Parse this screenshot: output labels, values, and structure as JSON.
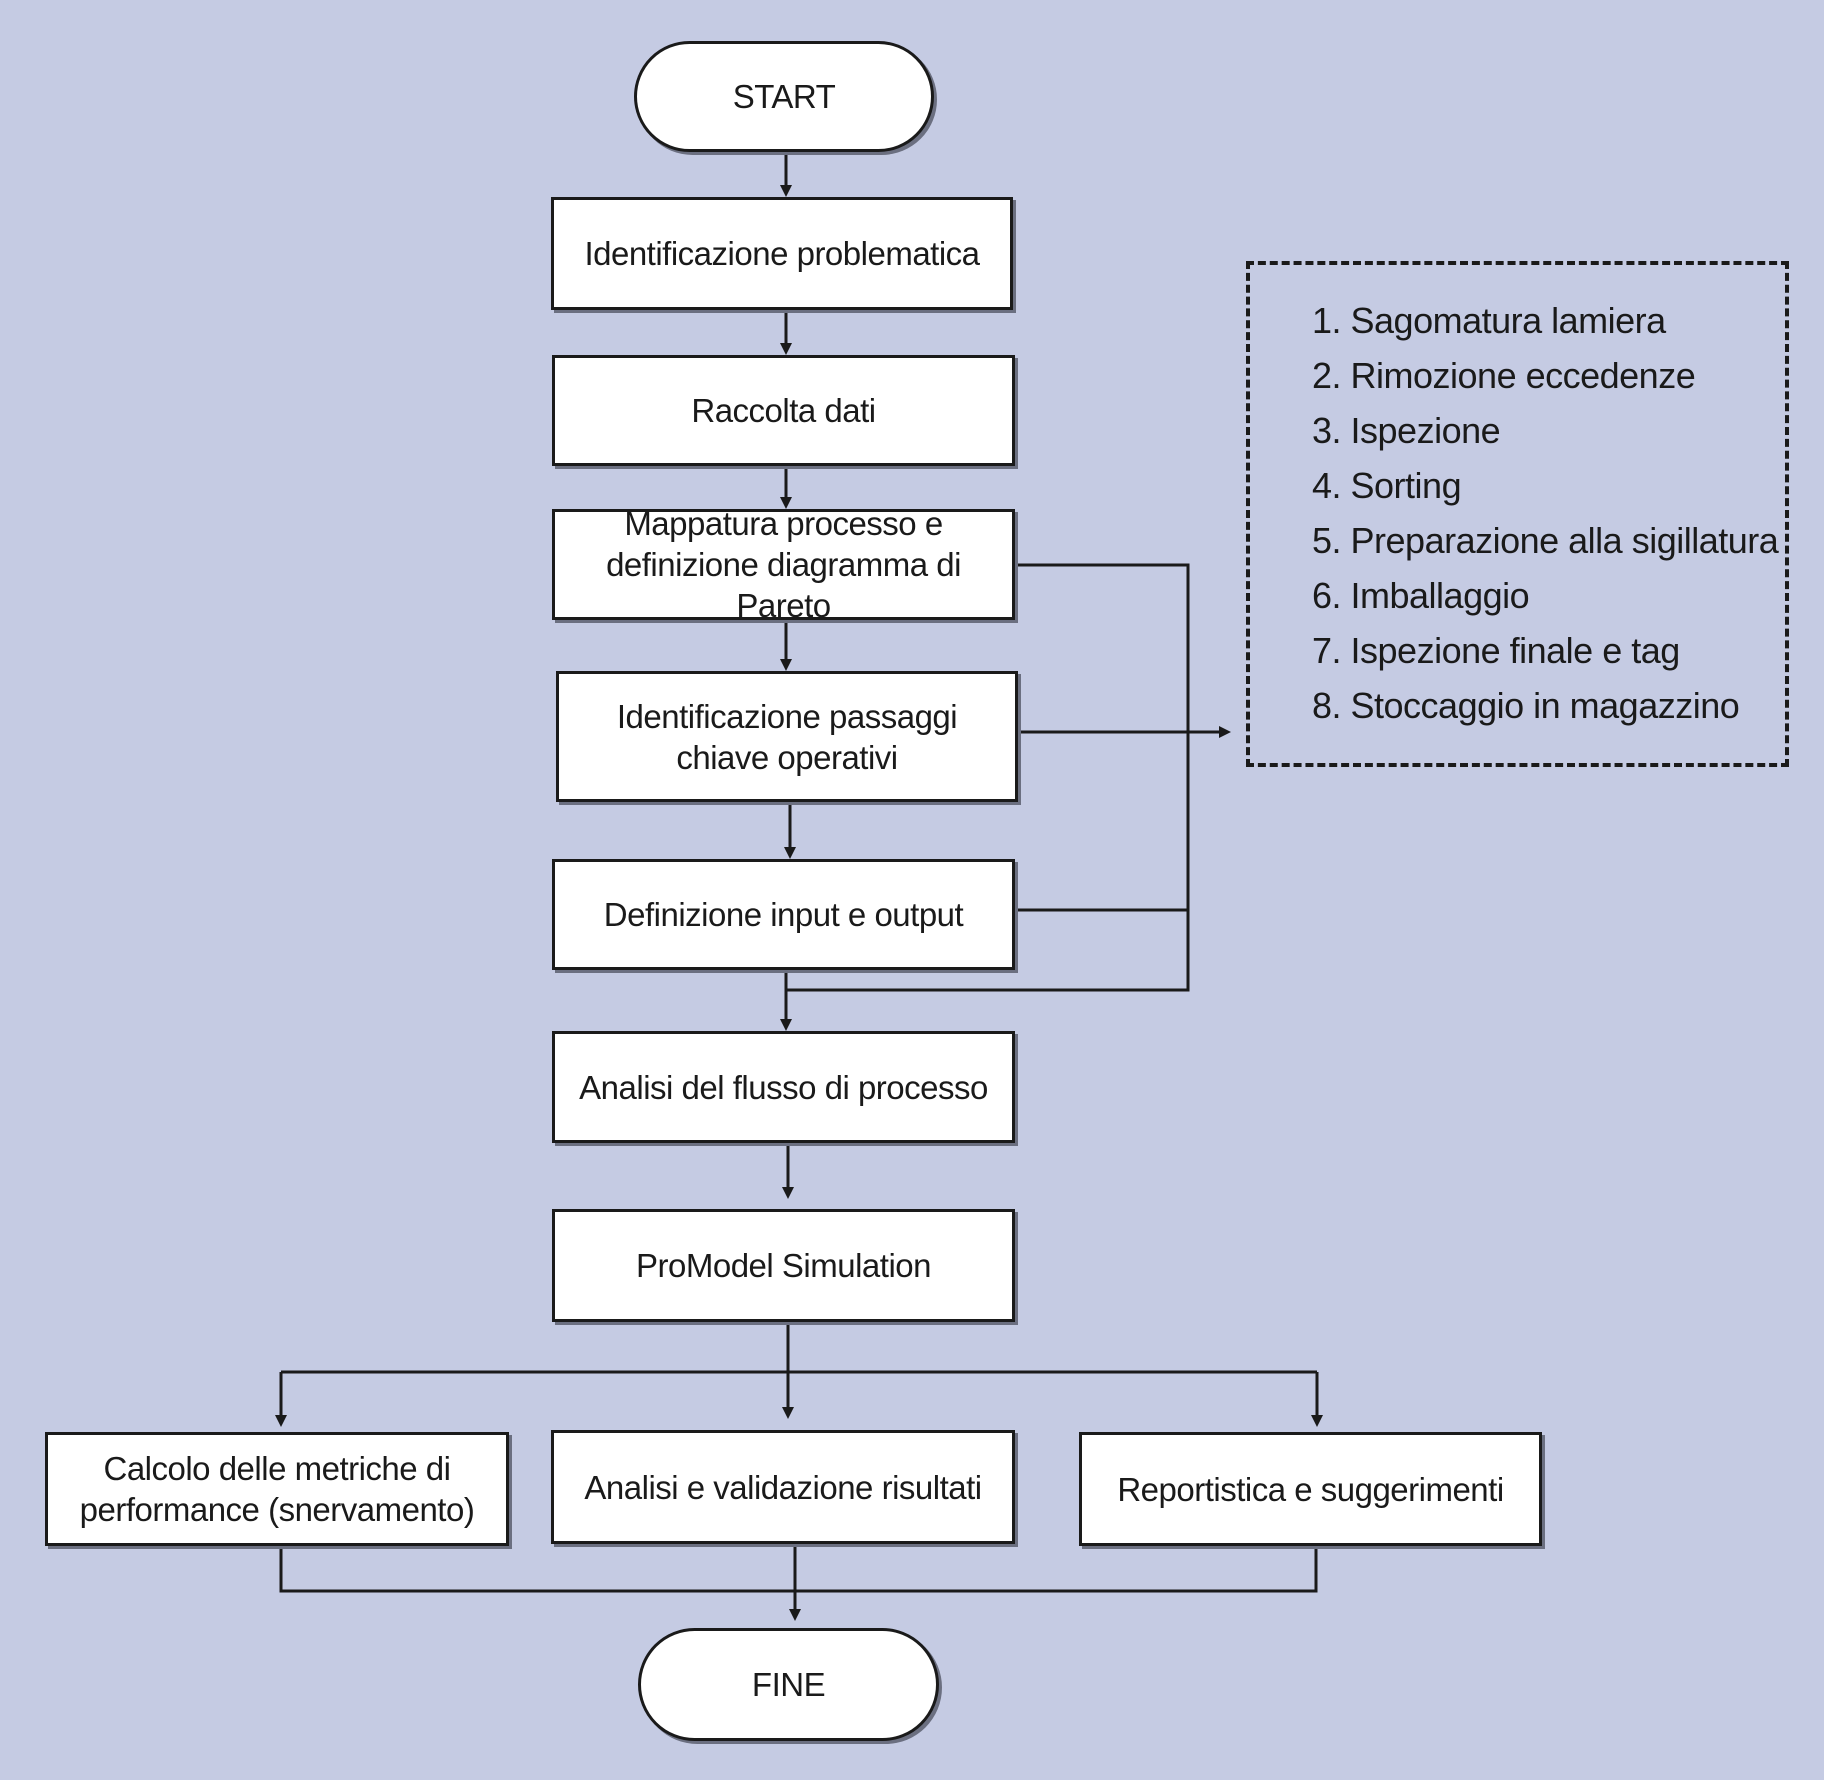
{
  "flowchart": {
    "start": "START",
    "end": "FINE",
    "steps": [
      "Identificazione problematica",
      "Raccolta dati",
      "Mappatura processo e definizione diagramma di Pareto",
      "Identificazione passaggi chiave operativi",
      "Definizione input e output",
      "Analisi del flusso di processo",
      "ProModel Simulation"
    ],
    "branches": [
      "Calcolo delle metriche di performance (snervamento)",
      "Analisi e validazione risultati",
      "Reportistica e suggerimenti"
    ],
    "key_steps": [
      "1. Sagomatura lamiera",
      "2. Rimozione eccedenze",
      "3. Ispezione",
      "4. Sorting",
      "5. Preparazione alla sigillatura",
      "6. Imballaggio",
      "7. Ispezione finale e tag",
      "8. Stoccaggio in magazzino"
    ]
  },
  "colors": {
    "background": "#c5cbe3",
    "box_fill": "#ffffff",
    "stroke": "#1a1a1a"
  }
}
